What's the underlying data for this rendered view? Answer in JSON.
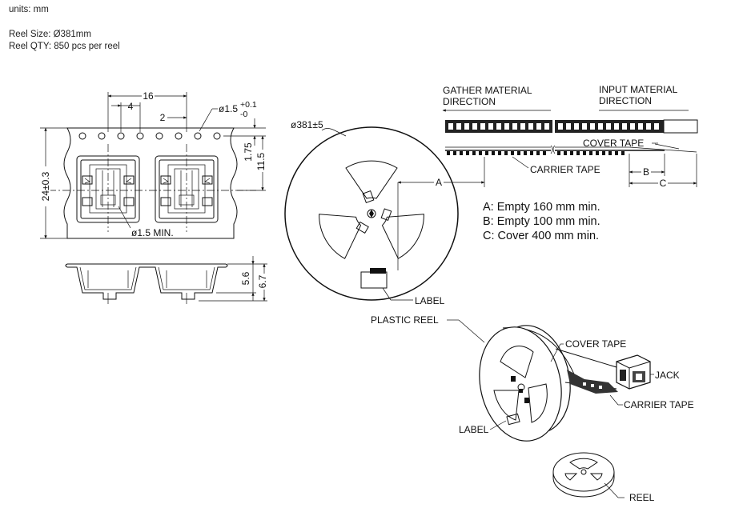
{
  "header": {
    "units": "units: mm",
    "reel_size": "Reel Size: Ø381mm",
    "reel_qty": "Reel QTY: 850 pcs per reel"
  },
  "tape_dims": {
    "pitch": "16",
    "hole_pitch": "4",
    "offset": "2",
    "hole_dia_main": "ø1.5",
    "hole_dia_tol_plus": "+0.1",
    "hole_dia_tol_minus": "-0",
    "width": "24±0.3",
    "edge_to_hole": "1.75",
    "center_offset": "11.5",
    "pocket_hole": "ø1.5 MIN."
  },
  "side_dims": {
    "pocket_depth": "5.6",
    "total_height": "6.7"
  },
  "reel": {
    "diameter": "ø381±5",
    "label": "LABEL",
    "dim_a": "A"
  },
  "direction": {
    "gather": [
      "GATHER MATERIAL",
      "DIRECTION"
    ],
    "input": [
      "INPUT MATERIAL",
      "DIRECTION"
    ],
    "cover_tape": "COVER TAPE",
    "carrier_tape": "CARRIER TAPE",
    "dim_b": "B",
    "dim_c": "C"
  },
  "notes": [
    "A: Empty 160 mm min.",
    "B: Empty 100 mm min.",
    "C: Cover 400 mm min."
  ],
  "iso": {
    "plastic_reel": "PLASTIC REEL",
    "cover_tape": "COVER TAPE",
    "jack": "JACK",
    "carrier_tape": "CARRIER TAPE",
    "label": "LABEL",
    "reel": "REEL"
  }
}
